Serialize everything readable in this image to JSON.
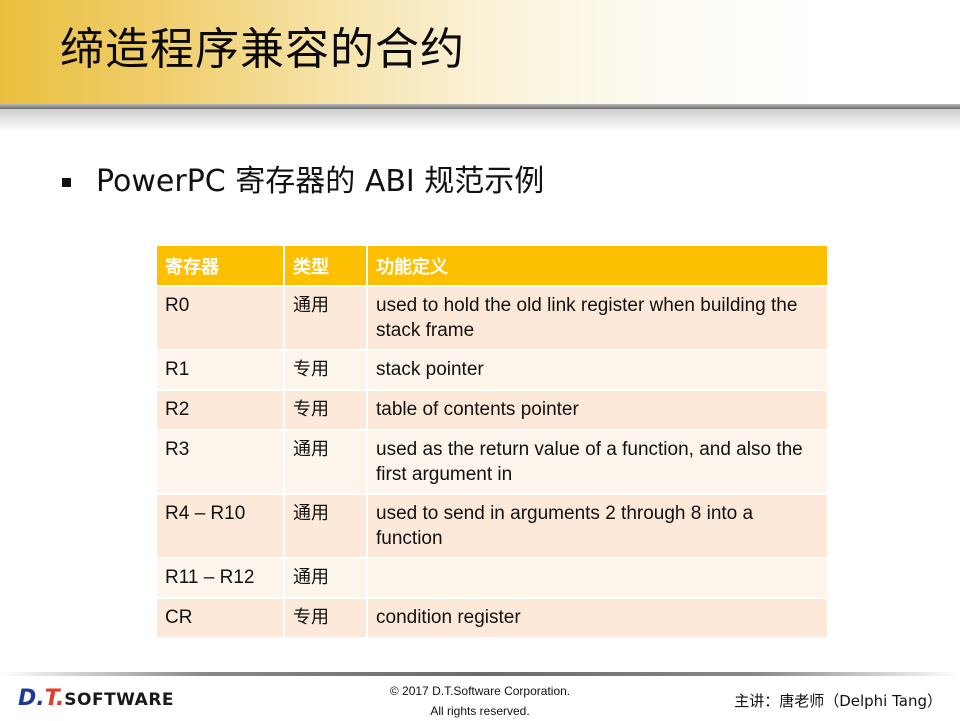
{
  "slide": {
    "title": "缔造程序兼容的合约",
    "bullet": "PowerPC 寄存器的 ABI 规范示例"
  },
  "table": {
    "headers": [
      "寄存器",
      "类型",
      "功能定义"
    ],
    "rows": [
      [
        "R0",
        "通用",
        "used to hold the old link register when building the stack frame"
      ],
      [
        "R1",
        "专用",
        "stack pointer"
      ],
      [
        "R2",
        "专用",
        "table of contents pointer"
      ],
      [
        "R3",
        "通用",
        "used as the return value of a function, and also the first argument in"
      ],
      [
        "R4 – R10",
        "通用",
        "used to send in arguments 2 through 8 into a function"
      ],
      [
        "R11 – R12",
        "通用",
        ""
      ],
      [
        "CR",
        "专用",
        "condition register"
      ]
    ]
  },
  "footer": {
    "logo_d": "D.",
    "logo_t": "T.",
    "logo_software": "SOFTWARE",
    "copyright_line1": "© 2017 D.T.Software Corporation.",
    "copyright_line2": "All rights reserved.",
    "presenter": "主讲：唐老师（Delphi Tang）"
  },
  "colors": {
    "header_fill": "#fdc000",
    "row_odd": "#fce9d9",
    "row_even": "#fdf4ec",
    "title_band": "#e9bf3e"
  }
}
